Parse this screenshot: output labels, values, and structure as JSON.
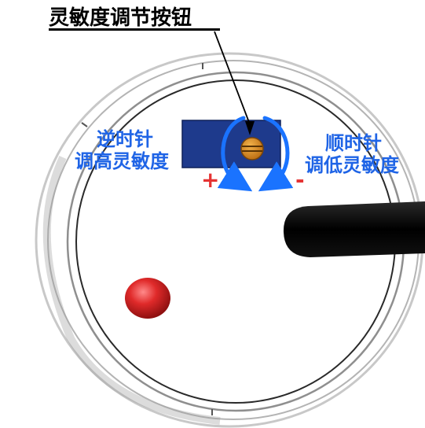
{
  "title": "灵敏度调节按钮",
  "left_annotation": {
    "line1": "逆时针",
    "line2": "调高灵敏度"
  },
  "right_annotation": {
    "line1": "顺时针",
    "line2": "调低灵敏度"
  },
  "signs": {
    "plus": "+",
    "minus": "-"
  },
  "colors": {
    "label_blue": "#1f64e6",
    "arrow_blue": "#1a73ff",
    "board_blue": "#1e3a8c",
    "knob_orange": "#d98c1a",
    "sign_red": "#e53333",
    "ball_red": "#d42424"
  },
  "icons": [
    "ccw-arrow-icon",
    "cw-arrow-icon",
    "adjust-knob-icon",
    "pointer-line"
  ]
}
